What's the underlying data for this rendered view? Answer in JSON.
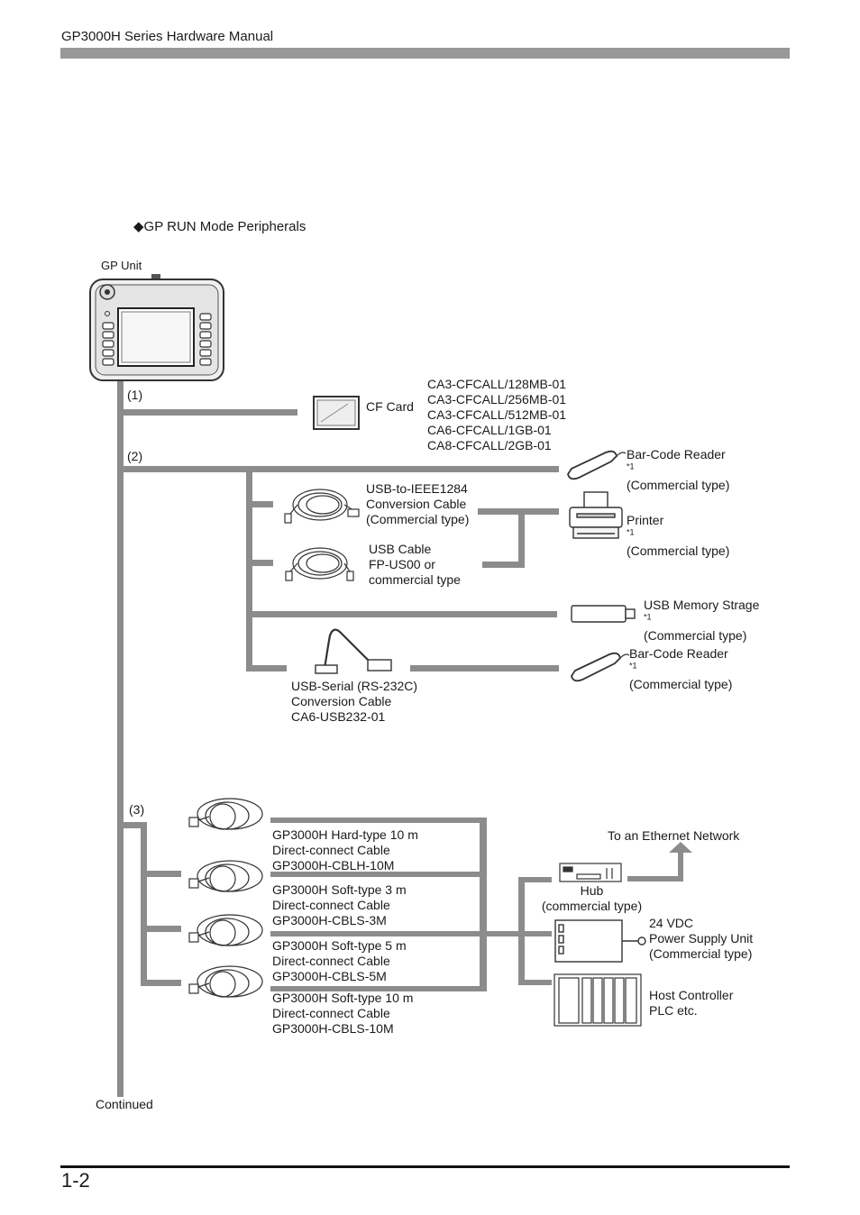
{
  "header": {
    "title": "GP3000H Series Hardware Manual"
  },
  "footer": {
    "page_number": "1-2"
  },
  "section": {
    "bullet": "◆",
    "title": "GP RUN Mode Peripherals"
  },
  "diagram": {
    "gp_unit": "GP Unit",
    "branch_1": "(1)",
    "branch_2": "(2)",
    "branch_3": "(3)",
    "continued": "Continued",
    "cf_card": {
      "label": "CF Card",
      "models": [
        "CA3-CFCALL/128MB-01",
        "CA3-CFCALL/256MB-01",
        "CA3-CFCALL/512MB-01",
        "CA6-CFCALL/1GB-01",
        "CA8-CFCALL/2GB-01"
      ]
    },
    "barcode_1": {
      "name": "Bar-Code Reader",
      "note": "*1",
      "type": "(Commercial type)"
    },
    "usb_ieee": {
      "lines": [
        "USB-to-IEEE1284",
        "Conversion Cable",
        "(Commercial type)"
      ]
    },
    "printer": {
      "name": "Printer",
      "note": "*1",
      "type": "(Commercial type)"
    },
    "usb_cable": {
      "lines": [
        "USB Cable",
        "FP-US00 or",
        "commercial type"
      ]
    },
    "usb_memory": {
      "name": "USB Memory Strage",
      "note": "*1",
      "type": "(Commercial type)"
    },
    "barcode_2": {
      "name": "Bar-Code Reader",
      "note": "*1",
      "type": "(Commercial type)"
    },
    "usb_serial": {
      "lines": [
        "USB-Serial (RS-232C)",
        "Conversion Cable",
        "CA6-USB232-01"
      ]
    },
    "cables": [
      {
        "lines": [
          "GP3000H Hard-type 10 m",
          "Direct-connect Cable",
          "GP3000H-CBLH-10M"
        ]
      },
      {
        "lines": [
          "GP3000H Soft-type 3 m",
          "Direct-connect Cable",
          "GP3000H-CBLS-3M"
        ]
      },
      {
        "lines": [
          "GP3000H Soft-type 5 m",
          "Direct-connect Cable",
          "GP3000H-CBLS-5M"
        ]
      },
      {
        "lines": [
          "GP3000H Soft-type 10 m",
          "Direct-connect Cable",
          "GP3000H-CBLS-10M"
        ]
      }
    ],
    "ethernet": "To an Ethernet Network",
    "hub": {
      "lines": [
        "Hub",
        "(commercial type)"
      ]
    },
    "power": {
      "lines": [
        "24 VDC",
        "Power Supply Unit",
        "(Commercial type)"
      ]
    },
    "host": {
      "lines": [
        "Host Controller",
        "PLC etc."
      ]
    }
  }
}
